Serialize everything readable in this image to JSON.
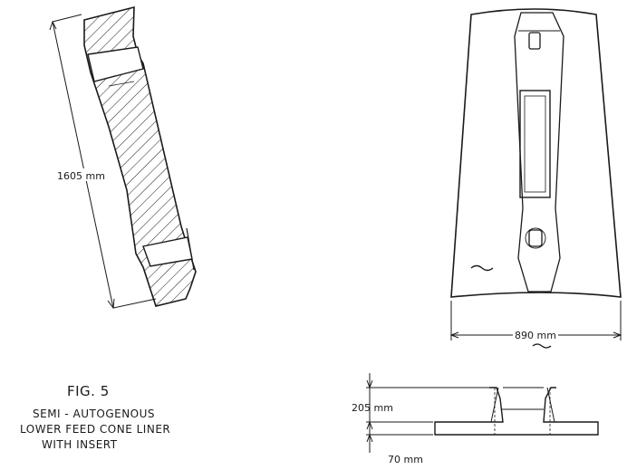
{
  "figure": {
    "number": "FIG. 5",
    "title_lines": [
      "SEMI - AUTOGENOUS",
      "LOWER FEED CONE LINER",
      "WITH INSERT"
    ]
  },
  "dimensions": {
    "length": "1605 mm",
    "width": "890 mm",
    "height": "205 mm",
    "thickness": "70 mm"
  },
  "colors": {
    "ink": "#1a1a1a",
    "paper": "#ffffff"
  }
}
